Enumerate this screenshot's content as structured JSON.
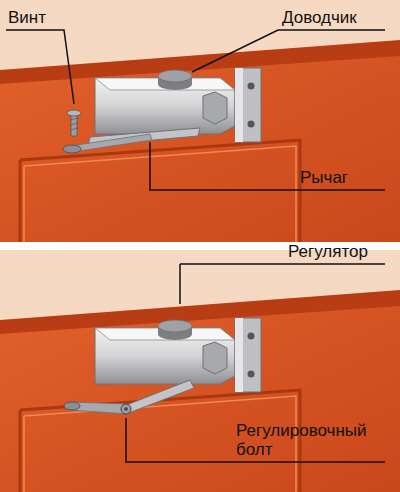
{
  "diagram": {
    "labels": [
      "Винт",
      "Доводчик",
      "Рычаг",
      "Регулятор",
      "Регулировочный болт"
    ]
  }
}
